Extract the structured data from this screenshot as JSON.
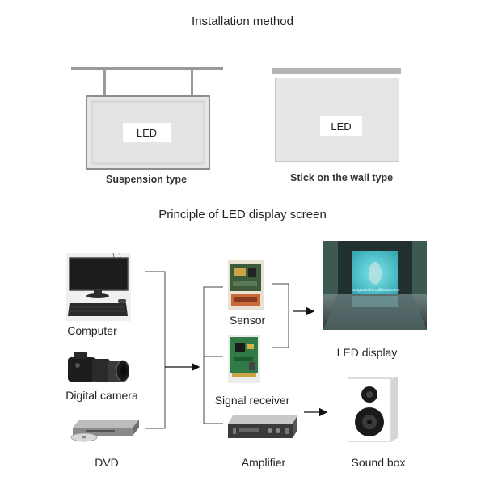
{
  "installation": {
    "title": "Installation method",
    "suspension": {
      "panel_label": "LED",
      "caption": "Suspension type"
    },
    "wall": {
      "panel_label": "LED",
      "caption": "Stick on the wall type"
    }
  },
  "principle": {
    "title": "Principle of LED display screen",
    "sources": [
      {
        "label": "Computer",
        "icon": "computer-icon"
      },
      {
        "label": "Digital camera",
        "icon": "camera-icon"
      },
      {
        "label": "DVD",
        "icon": "dvd-player-icon"
      }
    ],
    "processors": [
      {
        "label": "Sensor",
        "icon": "sensor-board-icon"
      },
      {
        "label": "Signal receiver",
        "icon": "receiver-card-icon"
      },
      {
        "label": "Amplifier",
        "icon": "amplifier-icon"
      }
    ],
    "outputs": [
      {
        "label": "LED display",
        "icon": "led-display-photo"
      },
      {
        "label": "Sound box",
        "icon": "speaker-icon"
      }
    ],
    "screen_watermark": "hongyuled.en.alibaba.com"
  }
}
